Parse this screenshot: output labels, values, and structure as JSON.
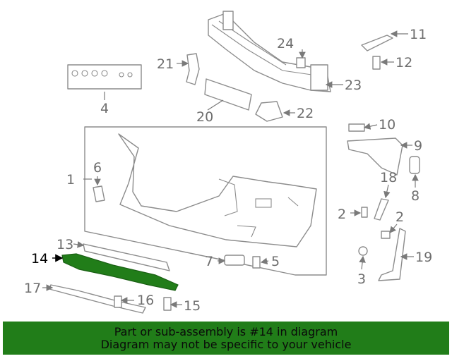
{
  "callouts": [
    "1",
    "2",
    "2",
    "3",
    "4",
    "5",
    "6",
    "7",
    "8",
    "9",
    "10",
    "11",
    "12",
    "13",
    "14",
    "15",
    "16",
    "17",
    "18",
    "19",
    "20",
    "21",
    "22",
    "23",
    "24"
  ],
  "highlight_part": "14",
  "highlight_color": "#217d19",
  "footer": {
    "line1": "Part or sub-assembly is #14 in diagram",
    "line2": "Diagram may not be specific to your vehicle"
  }
}
